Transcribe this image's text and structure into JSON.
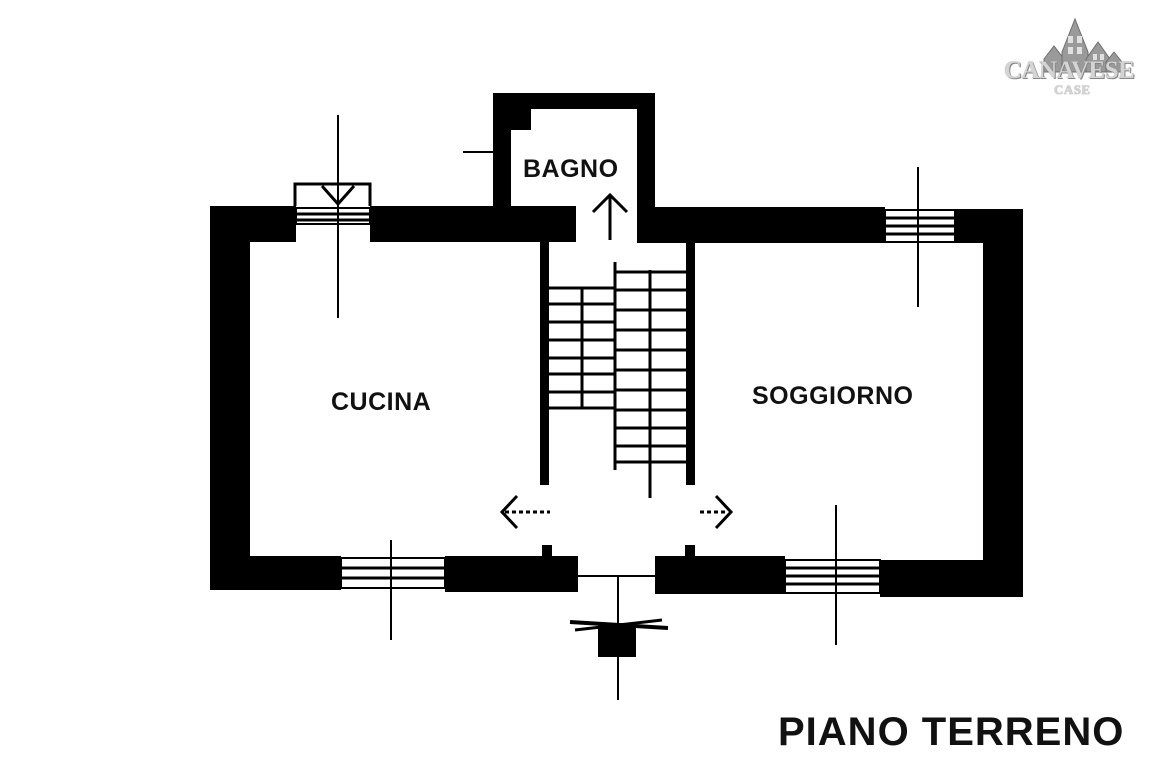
{
  "rooms": {
    "bagno": "BAGNO",
    "cucina": "CUCINA",
    "soggiorno": "SOGGIORNO"
  },
  "floor_title": "PIANO TERRENO",
  "logo": {
    "word": "CANAVESE",
    "sub": "CASE"
  },
  "colors": {
    "wall": "#000000",
    "background": "#ffffff",
    "logo_gray": "#d4d4d4"
  }
}
